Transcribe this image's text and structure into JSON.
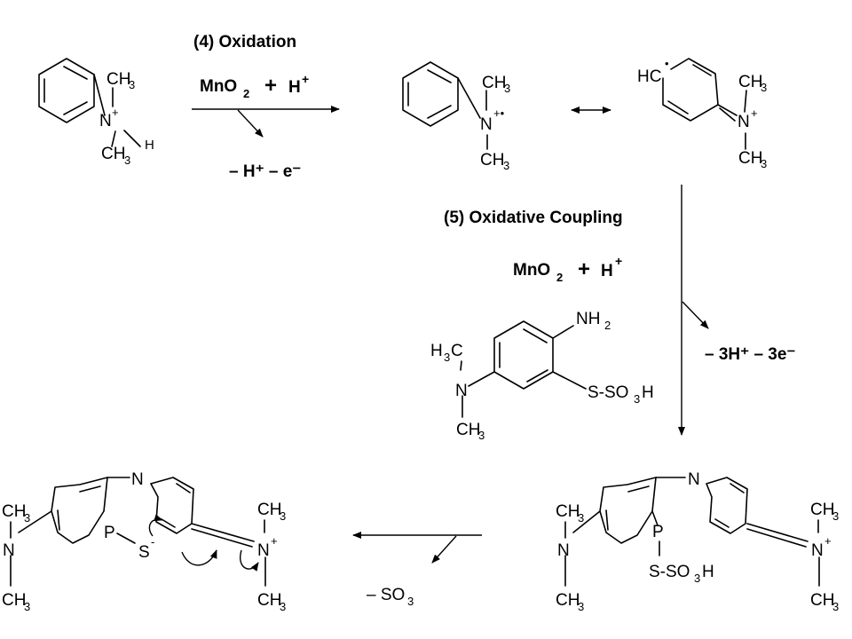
{
  "step4": {
    "label": "(4)  Oxidation",
    "byproducts": "– H⁺  – e⁻"
  },
  "step5": {
    "label": "(5)  Oxidative Coupling",
    "byproducts": "– 3H⁺ – 3e⁻"
  },
  "reagent": {
    "mn": "MnO",
    "sub2": "2",
    "plus": "+",
    "h": "H",
    "sup": "+"
  },
  "atoms": {
    "ch3": "CH",
    "three": "3",
    "n": "N",
    "nplus": "+",
    "rad_cat": "+•",
    "h": "H",
    "hc": "HC",
    "dot": "•",
    "nh": "NH",
    "two": "2",
    "h3c": "H",
    "c": "C",
    "ssulf": "S-SO",
    "ssulf_end": "H",
    "p": "P",
    "s": "S",
    "minus": "-",
    "imine_n": "N"
  },
  "elimination": {
    "label": "– SO",
    "sub": "3"
  }
}
